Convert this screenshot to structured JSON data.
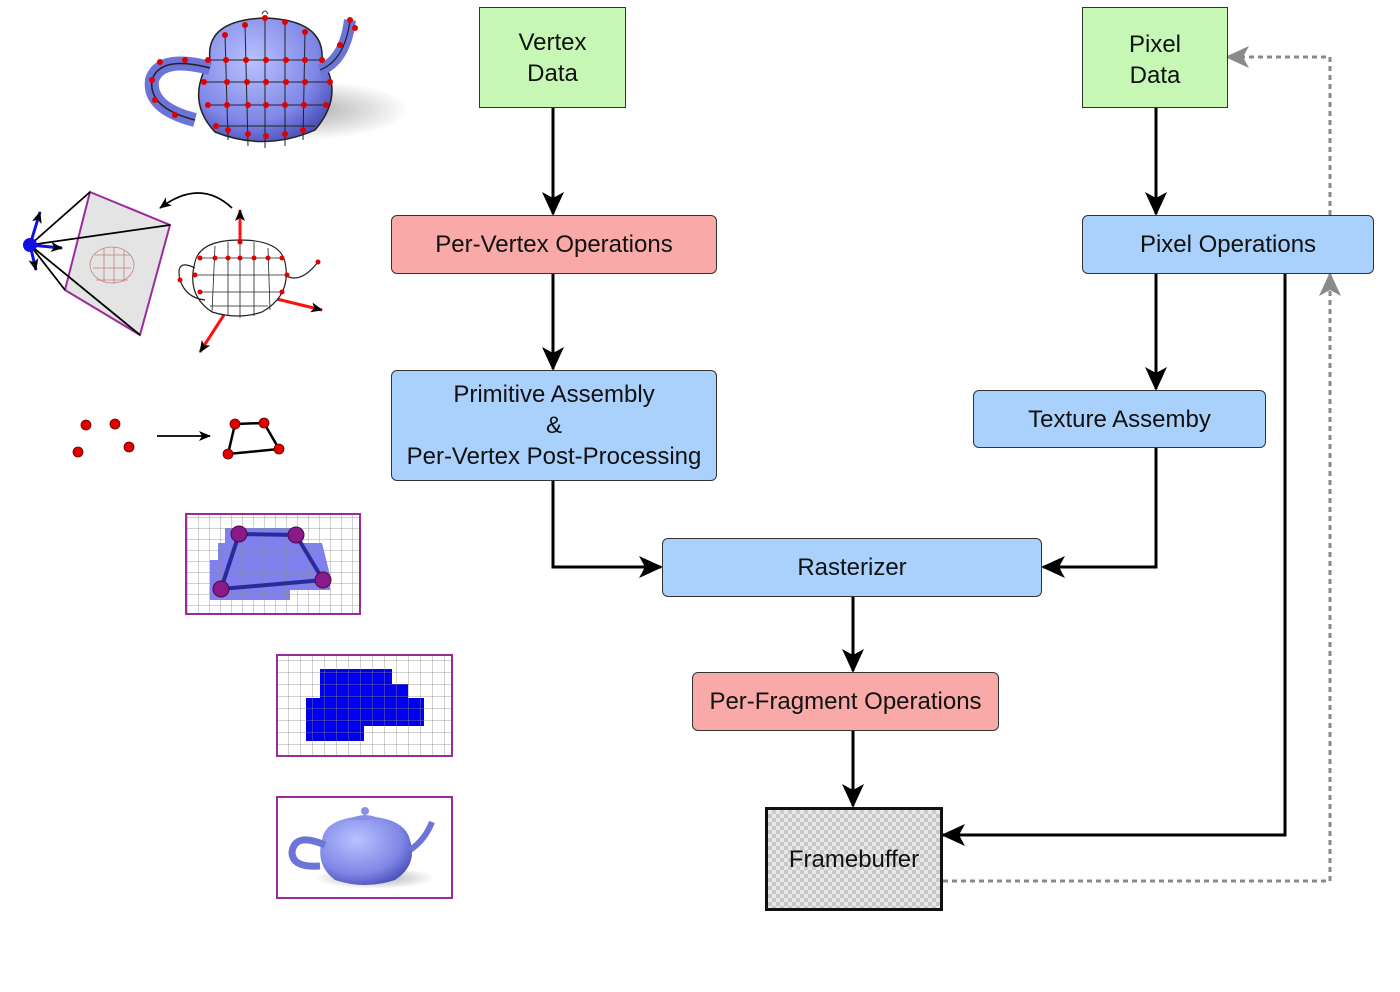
{
  "diagram": {
    "source_nodes": {
      "vertex_data": {
        "line1": "Vertex",
        "line2": "Data"
      },
      "pixel_data": {
        "line1": "Pixel",
        "line2": "Data"
      }
    },
    "stages": {
      "per_vertex": "Per-Vertex Operations",
      "primitive_assembly": {
        "line1": "Primitive Assembly",
        "line2": "&",
        "line3": "Per-Vertex Post-Processing"
      },
      "pixel_operations": "Pixel Operations",
      "texture_assembly": "Texture Assemby",
      "rasterizer": "Rasterizer",
      "per_fragment": "Per-Fragment Operations",
      "framebuffer": "Framebuffer"
    },
    "colors": {
      "data_node": "#c6f7b5",
      "operation_node": "#f8a9a8",
      "processing_node": "#a9d1fb",
      "feedback_arrow": "#8a8a8a",
      "illustration_accent": "#7f7fe6"
    }
  }
}
